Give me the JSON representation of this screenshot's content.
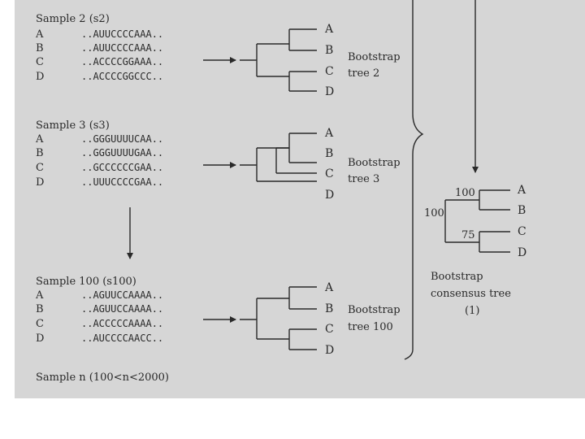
{
  "samples": [
    {
      "title": "Sample 2 (s2)",
      "rows": [
        {
          "taxon": "A",
          "seq": "..AUUCCCCAAA.."
        },
        {
          "taxon": "B",
          "seq": "..AUUCCCCAAA.."
        },
        {
          "taxon": "C",
          "seq": "..ACCCCGGAAA.."
        },
        {
          "taxon": "D",
          "seq": "..ACCCCGGCCC.."
        }
      ],
      "tree_leaves": [
        "A",
        "B",
        "C",
        "D"
      ],
      "tree_label_line1": "Bootstrap",
      "tree_label_line2": "tree 2"
    },
    {
      "title": "Sample 3 (s3)",
      "rows": [
        {
          "taxon": "A",
          "seq": "..GGGUUUUCAA.."
        },
        {
          "taxon": "B",
          "seq": "..GGGUUUUGAA.."
        },
        {
          "taxon": "C",
          "seq": "..GCCCCCCGAA.."
        },
        {
          "taxon": "D",
          "seq": "..UUUCCCCGAA.."
        }
      ],
      "tree_leaves": [
        "A",
        "B",
        "C",
        "D"
      ],
      "tree_label_line1": "Bootstrap",
      "tree_label_line2": "tree 3"
    },
    {
      "title": "Sample 100 (s100)",
      "rows": [
        {
          "taxon": "A",
          "seq": "..AGUUCCAAAA.."
        },
        {
          "taxon": "B",
          "seq": "..AGUUCCAAAA.."
        },
        {
          "taxon": "C",
          "seq": "..ACCCCCAAAA.."
        },
        {
          "taxon": "D",
          "seq": "..AUCCCCAACC.."
        }
      ],
      "tree_leaves": [
        "A",
        "B",
        "C",
        "D"
      ],
      "tree_label_line1": "Bootstrap",
      "tree_label_line2": "tree 100"
    }
  ],
  "sample_n": "Sample n (100<n<2000)",
  "consensus": {
    "leaves": [
      "A",
      "B",
      "C",
      "D"
    ],
    "support_ab": "100",
    "support_root": "100",
    "support_cd": "75",
    "label_line1": "Bootstrap",
    "label_line2": "consensus tree",
    "label_line3": "(1)"
  }
}
